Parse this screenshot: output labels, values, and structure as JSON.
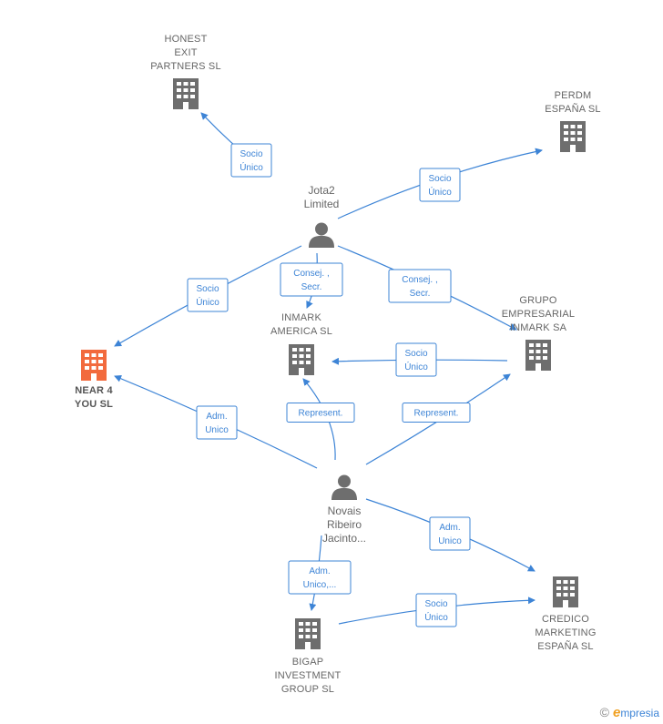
{
  "nodes": {
    "honest": {
      "label": [
        "HONEST",
        "EXIT",
        "PARTNERS  SL"
      ],
      "kind": "company"
    },
    "perdm": {
      "label": [
        "PERDM",
        "ESPAÑA  SL"
      ],
      "kind": "company"
    },
    "jota2": {
      "label": [
        "Jota2",
        "Limited"
      ],
      "kind": "person"
    },
    "near4you": {
      "label": [
        "NEAR 4",
        "YOU  SL"
      ],
      "kind": "company",
      "highlight": true
    },
    "inmark_america": {
      "label": [
        "INMARK",
        "AMERICA  SL"
      ],
      "kind": "company"
    },
    "grupo_inmark": {
      "label": [
        "GRUPO",
        "EMPRESARIAL",
        "INMARK SA"
      ],
      "kind": "company"
    },
    "novais": {
      "label": [
        "Novais",
        "Ribeiro",
        "Jacinto..."
      ],
      "kind": "person"
    },
    "credico": {
      "label": [
        "CREDICO",
        "MARKETING",
        "ESPAÑA SL"
      ],
      "kind": "company"
    },
    "bigap": {
      "label": [
        "BIGAP",
        "INVESTMENT",
        "GROUP SL"
      ],
      "kind": "company"
    }
  },
  "edges": [
    {
      "from": "jota2",
      "to": "honest",
      "label": [
        "Socio",
        "Único"
      ]
    },
    {
      "from": "jota2",
      "to": "perdm",
      "label": [
        "Socio",
        "Único"
      ]
    },
    {
      "from": "jota2",
      "to": "near4you",
      "label": [
        "Socio",
        "Único"
      ]
    },
    {
      "from": "jota2",
      "to": "inmark_america",
      "label": [
        "Consej. ,",
        "Secr."
      ]
    },
    {
      "from": "jota2",
      "to": "grupo_inmark",
      "label": [
        "Consej. ,",
        "Secr."
      ]
    },
    {
      "from": "grupo_inmark",
      "to": "inmark_america",
      "label": [
        "Socio",
        "Único"
      ]
    },
    {
      "from": "novais",
      "to": "near4you",
      "label": [
        "Adm.",
        "Unico"
      ]
    },
    {
      "from": "novais",
      "to": "inmark_america",
      "label": [
        "Represent."
      ]
    },
    {
      "from": "novais",
      "to": "grupo_inmark",
      "label": [
        "Represent."
      ]
    },
    {
      "from": "novais",
      "to": "credico",
      "label": [
        "Adm.",
        "Unico"
      ]
    },
    {
      "from": "novais",
      "to": "bigap",
      "label": [
        "Adm.",
        "Unico,..."
      ]
    },
    {
      "from": "bigap",
      "to": "credico",
      "label": [
        "Socio",
        "Único"
      ]
    }
  ],
  "colors": {
    "edge": "#3d84d6",
    "company": "#6e6e6e",
    "highlight": "#f26a3d",
    "person": "#6e6e6e"
  },
  "brand": {
    "copyright": "©",
    "initial": "e",
    "name": "mpresia"
  }
}
